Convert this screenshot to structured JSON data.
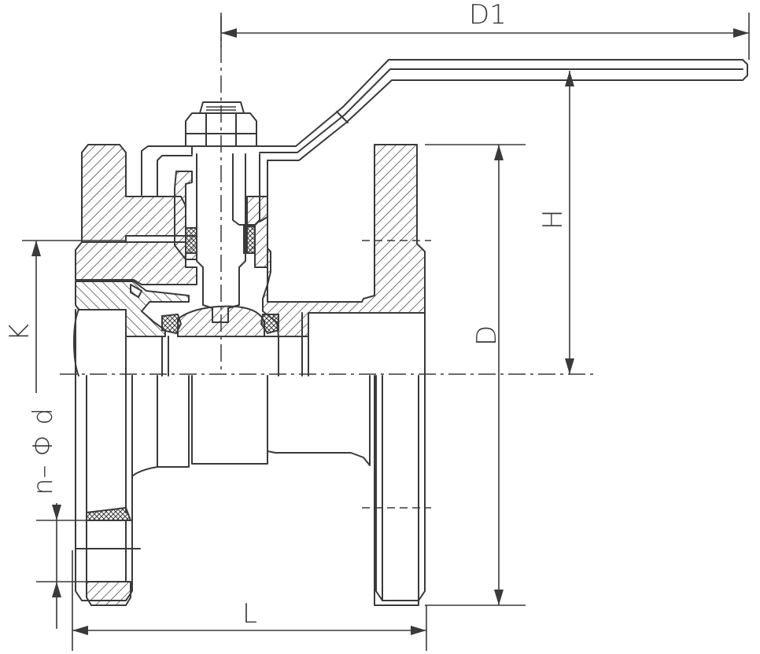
{
  "diagram": {
    "labels": {
      "d1": "D1",
      "h": "H",
      "d": "D",
      "k": "K",
      "n_phi_d": "n– Φ d",
      "l": "L"
    },
    "colors": {
      "line": "#3a3a3a",
      "background": "#ffffff"
    }
  }
}
